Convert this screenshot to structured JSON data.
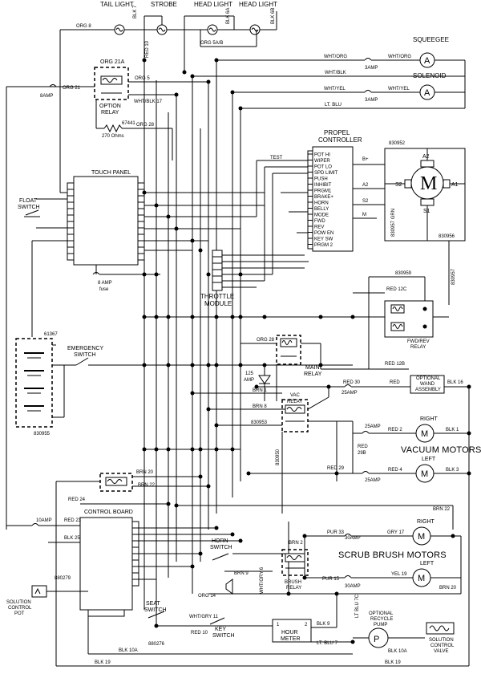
{
  "labels": {
    "tail_light": "TAIL LIGHT",
    "strobe": "STROBE",
    "head_light_1": "HEAD LIGHT",
    "head_light_2": "HEAD LIGHT",
    "org8": "ORG 8",
    "blk7": "BLK 7",
    "red10_top": "RED 10",
    "blk6a": "BLK 6A",
    "blk6b": "BLK 6B",
    "org5ab": "ORG 5A/B",
    "org21a": "ORG 21A",
    "org5": "ORG 5",
    "org21": "ORG 21",
    "amp8_top": "8AMP",
    "option_relay": "OPTION RELAY",
    "whtblk17": "WHT/BLK 17",
    "r67441": "67441",
    "ohms": "270 Ohms",
    "org28_top": "ORG 28",
    "whtorg_l": "WHT/ORG",
    "amp3_a": "3AMP",
    "whtorg_r": "WHT/ORG",
    "squeegee": "SQUEEGEE",
    "whtblk": "WHT/BLK",
    "whtyel_l": "WHT/YEL",
    "amp3_b": "3AMP",
    "whtyel_r": "WHT/YEL",
    "solenoid": "SOLENOID",
    "lt_blu": "LT. BLU",
    "propel_controller": "PROPEL CONTROLLER",
    "test": "TEST",
    "pc_pins": [
      "POT HI",
      "WIPER",
      "POT LO",
      "SPD LIMIT",
      "PUSH",
      "INHIBIT",
      "PRGM1",
      "BRAKE+",
      "HORN",
      "BELLY",
      "MODE",
      "FWD",
      "REV",
      "POW EN",
      "KEY SW",
      "PRGM 2"
    ],
    "pc_side": [
      "B+",
      "A2",
      "S2",
      "M"
    ],
    "touch_panel": "TOUCH PANEL",
    "float_switch": "FLOAT SWITCH",
    "amp8_fuse": "8 AMP fuse",
    "throttle_module": "THROTTLE MODULE",
    "motor_m": "M",
    "a2": "A2",
    "s2": "S2",
    "a1": "A1",
    "s1": "S1",
    "w830952": "830952",
    "w830957": "830957 GRN",
    "w830956": "830956",
    "w830959": "830959",
    "w830957b": "830957",
    "red12c": "RED 12C",
    "red12b": "RED 12B",
    "fwdrev_relay": "FWD/REV RELAY",
    "org28_mid": "ORG 28",
    "main_relay": "MAIN RELAY",
    "amp125": "125 AMP",
    "red30": "RED 30",
    "red_mid": "RED",
    "amp25_a": "25AMP",
    "optional_wand": "OPTIONAL WAND ASSEMBLY",
    "blk16": "BLK 16",
    "w61367": "61367",
    "emergency_switch": "EMERGENCY SWITCH",
    "w830955": "830955",
    "brn1": "BRN 1",
    "brn8": "BRN 8",
    "w830953": "830953",
    "vac_relay": "VAC RELAY",
    "w830950": "830950",
    "amp25_b": "25AMP",
    "red2": "RED 2",
    "right_vac": "RIGHT",
    "blk1": "BLK 1",
    "vacuum_motors": "VACUUM MOTORS",
    "red29b": "RED 29B",
    "red29": "RED 29",
    "amp25_c": "25AMP",
    "red4": "RED 4",
    "left_vac": "LEFT",
    "blk3": "BLK 3",
    "brn20": "BRN 20",
    "brn22_l": "BRN 22",
    "red24": "RED 24",
    "control_board": "CONTROL BOARD",
    "amp10": "10AMP",
    "red23": "RED 23",
    "blk25": "BLK 25",
    "brn22_r": "BRN 22",
    "pur33": "PUR 33",
    "amp30_a": "30AMP",
    "gry17": "GRY 17",
    "right_brush": "RIGHT",
    "scrub_brush_motors": "SCRUB BRUSH MOTORS",
    "brn2": "BRN 2",
    "horn_switch": "HORN SWITCH",
    "brn9": "BRN 9",
    "pur15": "PUR 15",
    "amp30_b": "30AMP",
    "yel19": "YEL 19",
    "left_brush": "LEFT",
    "brn20_r": "BRN 20",
    "brush_relay": "BRUSH RELAY",
    "solution_pot": "SOLUTION CONTROL POT",
    "w880279": "880279",
    "seat_switch": "SEAT SWITCH",
    "whtgry": "WHT/GRY 11",
    "red10_bot": "RED 10",
    "key_switch": "KEY SWITCH",
    "org14": "ORG 14",
    "whtgry6": "WHT/GRY 6",
    "hour_meter": "HOUR METER",
    "blk9": "BLK 9",
    "ltblu7": "LT. BLU 7",
    "ltblu7c": "LT BLU 7C",
    "recycle_pump": "OPTIONAL RECYCLE PUMP",
    "pump_p": "P",
    "blk10a_r": "BLK 10A",
    "solution_valve": "SOLUTION CONTROL VALVE",
    "blk10a_l": "BLK 10A",
    "w880276": "880276",
    "blk19": "BLK 19",
    "blk19_r": "BLK 19"
  }
}
